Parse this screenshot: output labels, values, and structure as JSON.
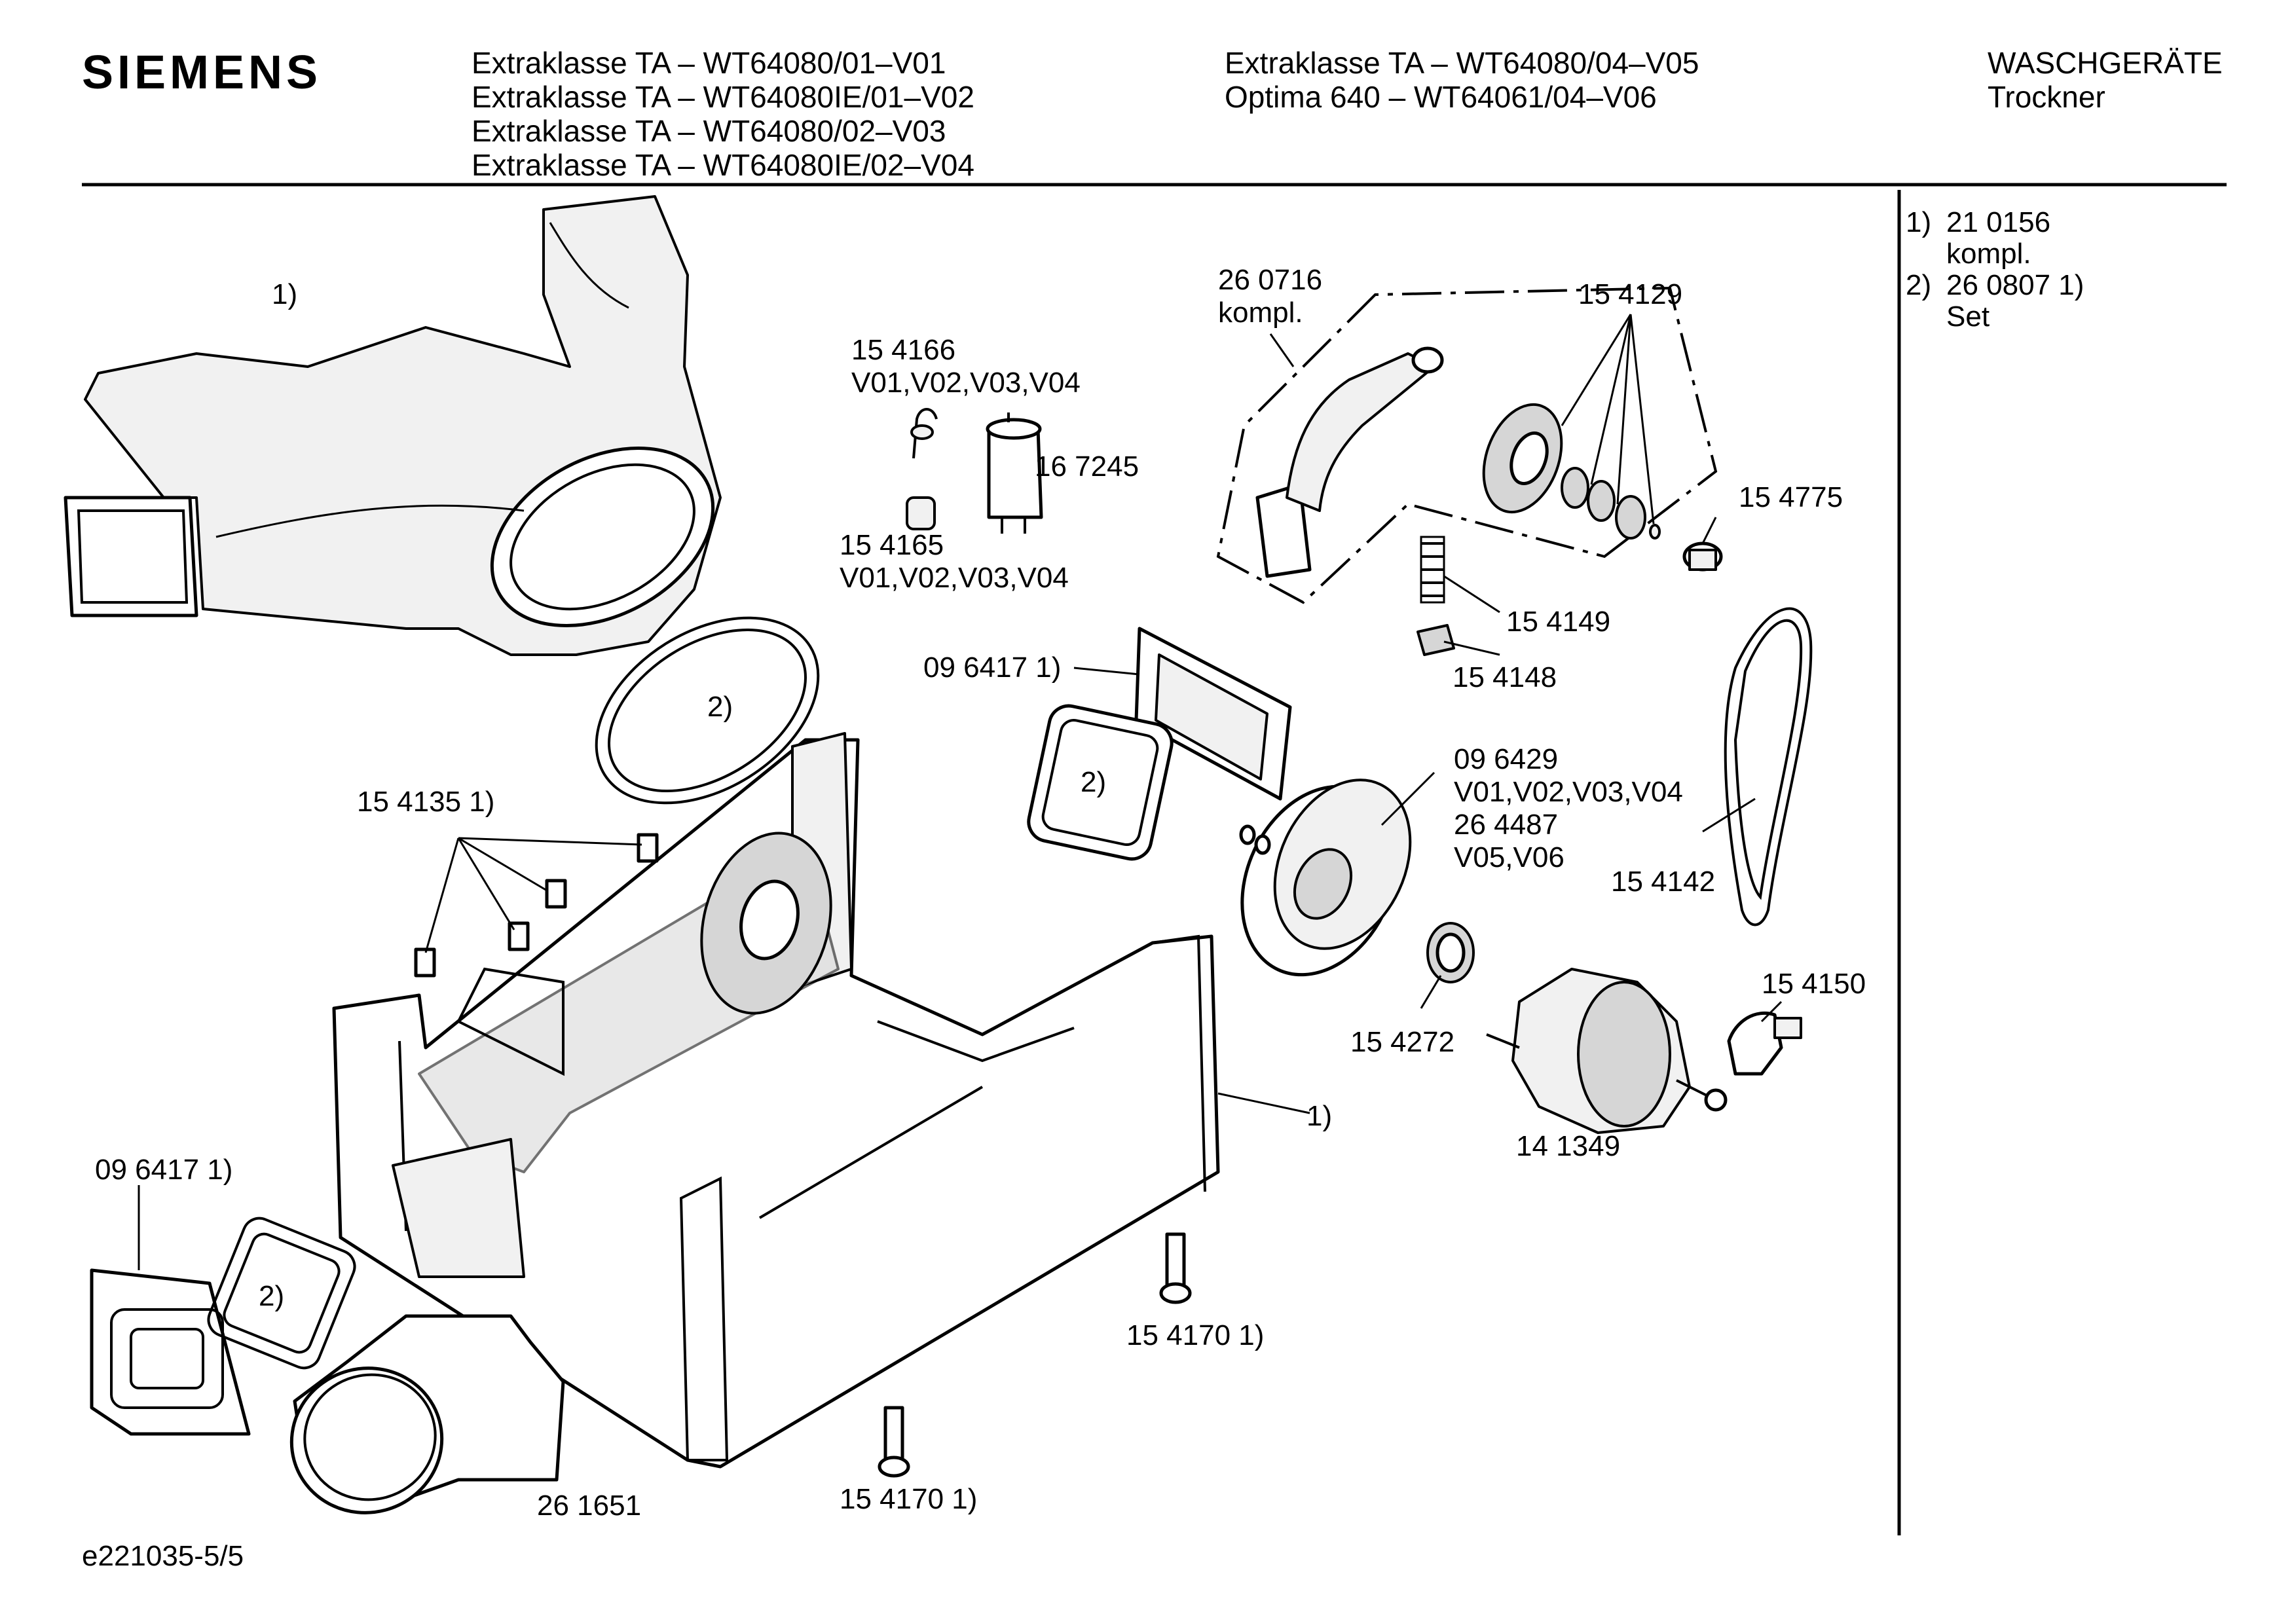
{
  "brand": "SIEMENS",
  "header": {
    "models_col1": [
      "Extraklasse TA – WT64080/01–V01",
      "Extraklasse TA – WT64080IE/01–V02",
      "Extraklasse TA – WT64080/02–V03",
      "Extraklasse TA – WT64080IE/02–V04"
    ],
    "models_col2": [
      "Extraklasse TA – WT64080/04–V05",
      "Optima 640 – WT64061/04–V06"
    ],
    "category": "WASCHGERÄTE",
    "subcategory": "Trockner"
  },
  "notes": [
    {
      "num": "1)",
      "text": "21 0156",
      "sub": "kompl."
    },
    {
      "num": "2)",
      "text": "26 0807 1)",
      "sub": "Set"
    }
  ],
  "labels": {
    "air_duct": "1)",
    "duct_seal": "2)",
    "clip": "15 4135 1)",
    "sensor_a1": "15 4166",
    "sensor_a2": "V01,V02,V03,V04",
    "capacitor": "16 7245",
    "sensor_b1": "15 4165",
    "sensor_b2": "V01,V02,V03,V04",
    "tensioner1": "26 0716",
    "tensioner2": "kompl.",
    "pulley": "15 4129",
    "knob": "15 4775",
    "spring": "15 4149",
    "spring_clip": "15 4148",
    "flange_top": "09 6417 1)",
    "seal_mid": "2)",
    "fan1": "09 6429",
    "fan2": "V01,V02,V03,V04",
    "fan3": "26 4487",
    "fan4": "V05,V06",
    "belt": "15 4142",
    "motor_bracket": "15 4150",
    "bearing": "15 4272",
    "motor": "14 1349",
    "base": "1)",
    "flange_left": "09 6417 1)",
    "seal_left": "2)",
    "screw_right": "15 4170 1)",
    "screw_bottom": "15 4170 1)",
    "adapter": "26 1651"
  },
  "footer_id": "e221035-5/5"
}
